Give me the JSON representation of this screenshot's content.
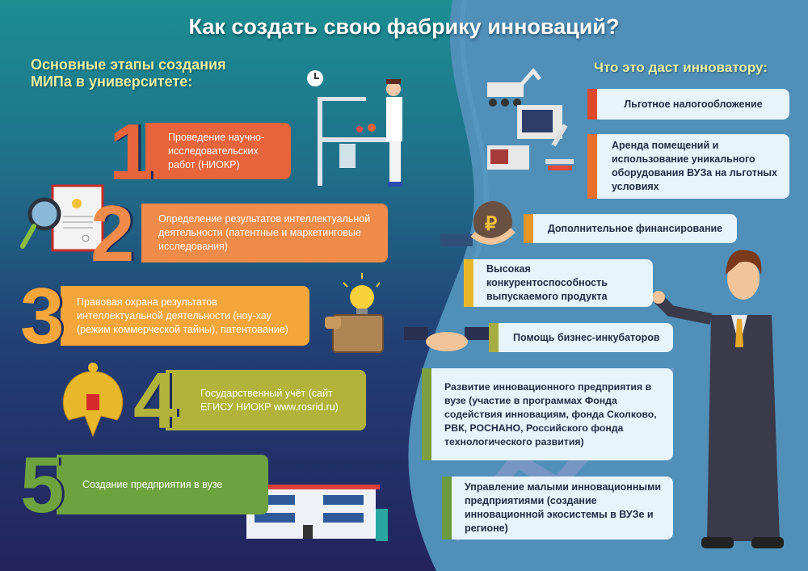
{
  "title": "Как создать свою фабрику инноваций?",
  "left": {
    "heading_line1": "Основные этапы создания",
    "heading_line2": "МИПа в университете:",
    "steps": [
      {
        "number": "1",
        "text": "Проведение научно-исследовательских работ (НИОКР)",
        "color": "#e8643a"
      },
      {
        "number": "2",
        "text": "Определение результатов интеллектуальной деятельности (патентные и маркетинговые исследования)",
        "color": "#f08b4a"
      },
      {
        "number": "3",
        "text": "Правовая охрана результатов интеллектуальной деятельности (ноу-хау (режим коммерческой тайны), патентование)",
        "color": "#f4a63a"
      },
      {
        "number": "4",
        "text": "Государственный учёт (сайт ЕГИСУ НИОКР www.rosrid.ru)",
        "color": "#b2b33a"
      },
      {
        "number": "5",
        "text": "Создание предприятия в вузе",
        "color": "#6ea23f"
      }
    ]
  },
  "right": {
    "heading": "Что это даст инноватору:",
    "benefits": [
      {
        "text": "Льготное налогообложение",
        "accent": "#e0482a"
      },
      {
        "text": "Аренда помещений и использование уникального оборудования ВУЗа на льготных условиях",
        "accent": "#e8702a"
      },
      {
        "text": "Дополнительное финансирование",
        "accent": "#e8952a"
      },
      {
        "text": "Высокая конкурентоспособность выпускаемого продукта",
        "accent": "#e8b82a"
      },
      {
        "text": "Помощь бизнес-инкубаторов",
        "accent": "#a8ad42"
      },
      {
        "text": "Развитие инновационного предприятия в вузе (участие в программах Фонда содействия инновациям, фонда Сколково, РВК, РОСНАНО, Российского фонда технологического развития)",
        "accent": "#7aa040"
      },
      {
        "text": "Управление малыми инновационными предприятиями (создание инновационной экосистемы в ВУЗе и регионе)",
        "accent": "#6a9a40"
      }
    ]
  },
  "icons": {
    "ruble": "₽"
  }
}
